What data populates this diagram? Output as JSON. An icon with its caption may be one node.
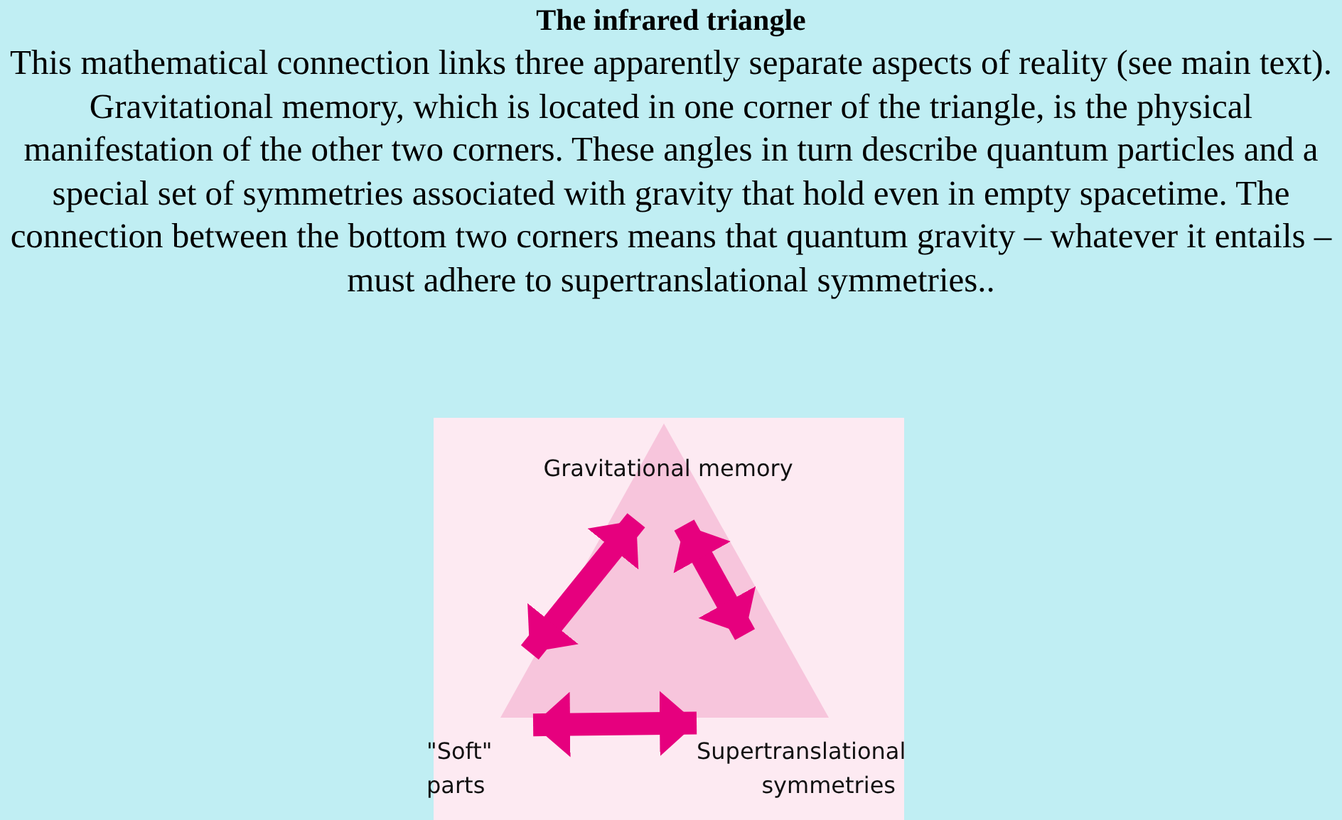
{
  "diagram": {
    "title": "The infrared triangle",
    "caption": "This mathematical connection links three apparently separate aspects of reality (see main text). Gravitational memory, which is located in one corner of the triangle, is the physical manifestation of the other two corners. These angles in turn describe quantum particles and a special set of symmetries associated with gravity that hold even in empty spacetime. The connection between the bottom two corners means that quantum gravity – whatever it entails – must adhere to supertranslational symmetries..",
    "nodes": [
      {
        "text": [
          "Gravitational memory"
        ]
      },
      {
        "text": [
          "\"Soft\" parts"
        ]
      },
      {
        "text": [
          "Supertranslational symmetries"
        ]
      }
    ],
    "edges": [
      {
        "from": 0,
        "to": 1,
        "arrow": "both"
      },
      {
        "from": 0,
        "to": 2,
        "arrow": "both"
      },
      {
        "from": 1,
        "to": 2,
        "arrow": "both"
      }
    ]
  }
}
